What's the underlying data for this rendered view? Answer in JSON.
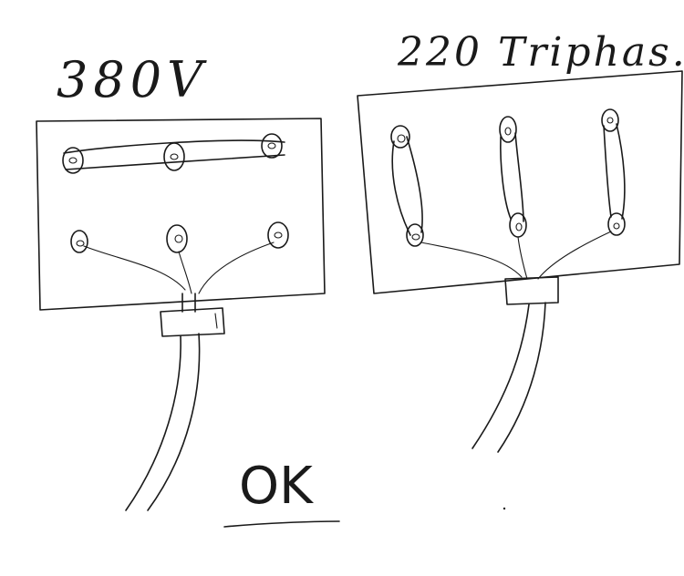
{
  "left_diagram": {
    "label": "380V"
  },
  "right_diagram": {
    "label": "220 Triphas."
  },
  "footer": {
    "status": "OK"
  },
  "colors": {
    "ink": "#1a1a1a",
    "paper": "#ffffff"
  }
}
